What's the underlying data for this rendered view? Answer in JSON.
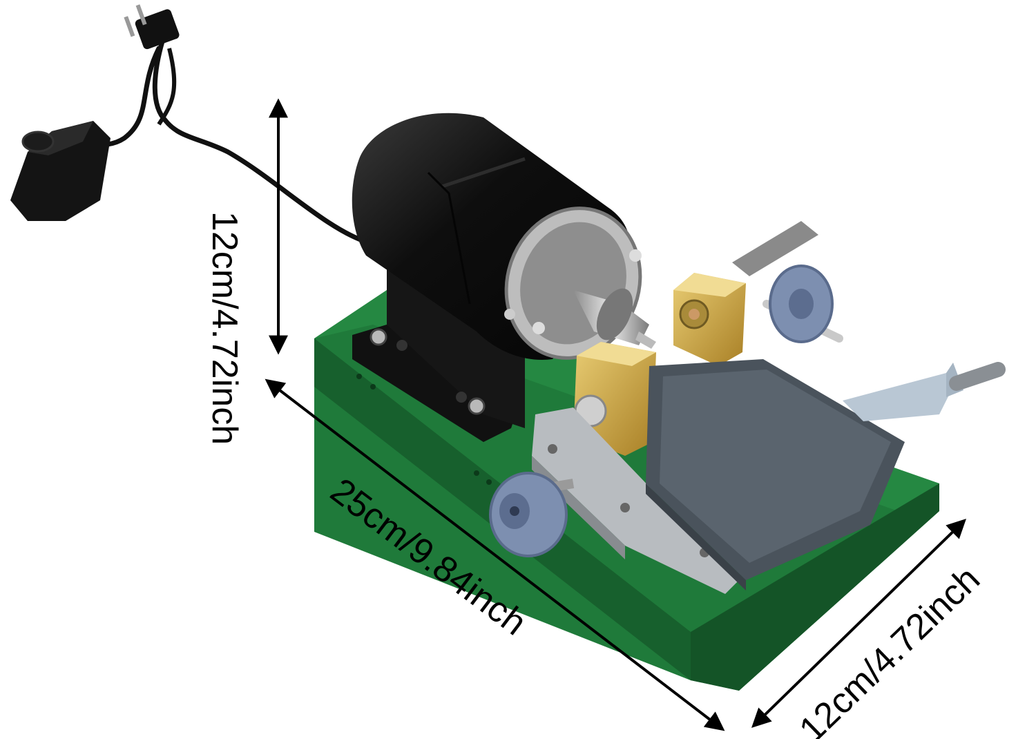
{
  "dimensions": {
    "height_label": "12cm/4.72inch",
    "length_label": "25cm/9.84inch",
    "width_label": "12cm/4.72inch"
  },
  "colors": {
    "base_green": "#1f7a3a",
    "motor_black": "#111111",
    "brass": "#c9a23c",
    "tray_gray": "#4a535c",
    "knob_blue": "#7d8fb0"
  }
}
